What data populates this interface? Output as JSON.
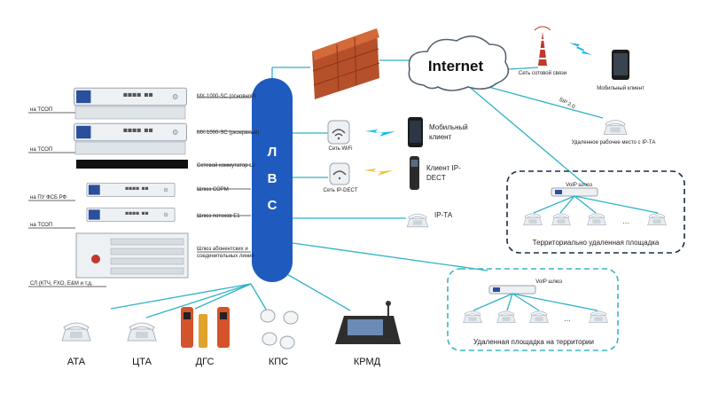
{
  "lvs": {
    "label_l": "Л",
    "label_v": "В",
    "label_s": "С",
    "color": "#1f5bbf"
  },
  "internet": {
    "label": "Internet"
  },
  "cell_network": {
    "label": "Сеть сотовой связи"
  },
  "mobile_client_top": {
    "label": "Мобильный клиент"
  },
  "sip": {
    "label": "SIP 2.0"
  },
  "remote_workplace": {
    "label": "Удаленное рабочее место с IP-ТА"
  },
  "wifi": {
    "label": "Сеть WiFi"
  },
  "wifi_client": {
    "line1": "Мобильный",
    "line2": "клиент"
  },
  "dect": {
    "label": "Сеть IP-DECT"
  },
  "dect_client": {
    "line1": "Клиент IP-",
    "line2": "DECT"
  },
  "ip_ta": {
    "label": "IP-ТА"
  },
  "remote_site": {
    "gateway": "VoIP шлюз",
    "dots": "…",
    "label": "Территориально удаленная площадка",
    "border": "#1b2a4a"
  },
  "local_site": {
    "gateway": "VoIP шлюз",
    "dots": "…",
    "label": "Удаленная площадка на территории",
    "border": "#3bb3c6"
  },
  "devices": [
    {
      "label": "МХ-1000-SC (основной)",
      "line": "на ТСОП"
    },
    {
      "label": "МХ-1000-SC (резервный)",
      "line": "на ТСОП"
    },
    {
      "label": "Сетевой коммутатор L2",
      "line": ""
    },
    {
      "label": "Шлюз СОРМ",
      "line": "на ПУ ФСБ РФ"
    },
    {
      "label": "Шлюз потоков Е1",
      "line": "на ТСОП"
    },
    {
      "label_1": "Шлюз абонентских и",
      "label_2": "соединительных линий",
      "line": "СЛ (КТЧ, FXO, E&M и т.д."
    }
  ],
  "bottom": {
    "ata": "АТА",
    "cta": "ЦТА",
    "dgs": "ДГС",
    "kps": "КПС",
    "krmd": "КРМД"
  }
}
